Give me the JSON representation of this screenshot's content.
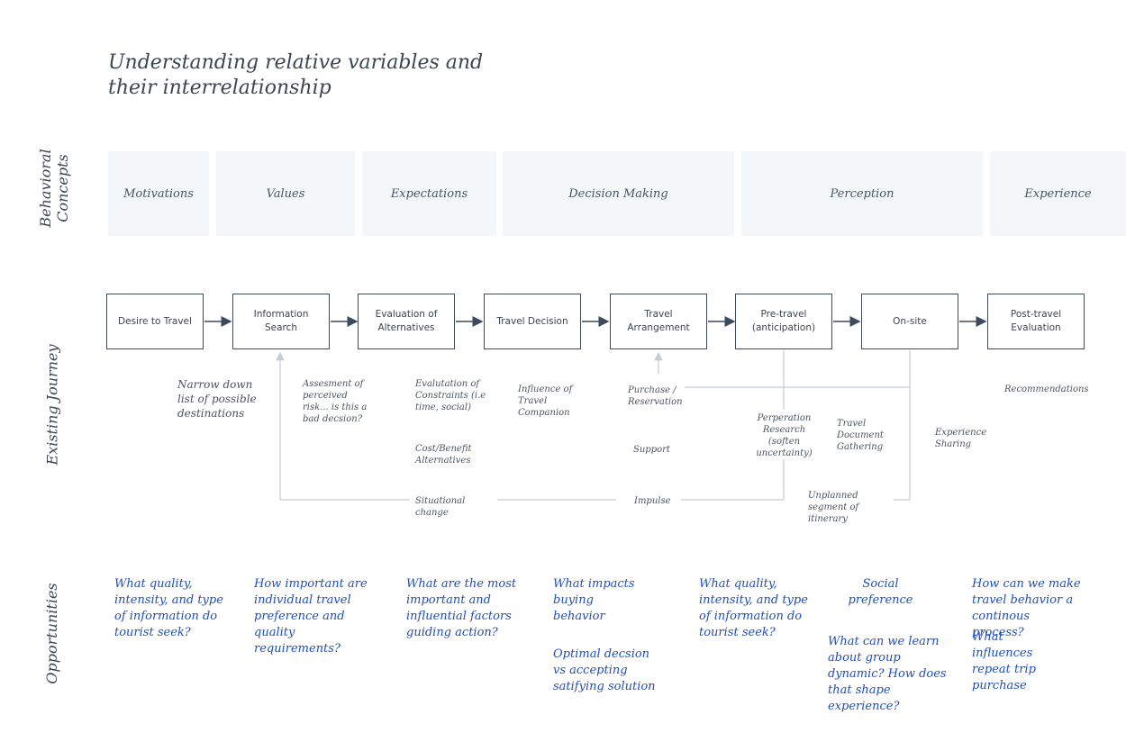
{
  "title": "Understanding relative variables and their interrelationship",
  "sections": {
    "behavioral_concepts": "Behavioral Concepts",
    "existing_journey": "Existing Journey",
    "opportunities": "Opportunities"
  },
  "concepts": [
    "Motivations",
    "Values",
    "Expectations",
    "Decision Making",
    "Perception",
    "Experience"
  ],
  "stages": [
    "Desire to Travel",
    "Information Search",
    "Evaluation of Alternatives",
    "Travel Decision",
    "Travel Arrangement",
    "Pre-travel (anticipation)",
    "On-site",
    "Post-travel Evaluation"
  ],
  "notes": {
    "narrow_down": "Narrow down list of possible destinations",
    "risk": "Assesment of perceived risk... is this a bad decsion?",
    "constraints": "Evalutation of Constraints (i.e time, social)",
    "cost_benefit": "Cost/Benefit Alternatives",
    "companion": "Influence of Travel Companion",
    "purchase": "Purchase / Reservation",
    "support": "Support",
    "preparation": "Perperation Research (soften uncertainty)",
    "documents": "Travel Document Gathering",
    "sharing": "Experience Sharing",
    "recommendations": "Recommendations",
    "situational": "Situational change",
    "impulse": "Impulse",
    "unplanned": "Unplanned segment of itinerary"
  },
  "opportunities": {
    "info_quality_1": "What quality, intensity, and type of information do tourist seek?",
    "preference": "How important are individual travel preference and quality requirements?",
    "factors": "What are the most important and influential factors guiding action?",
    "buying": "What impacts buying behavior",
    "optimal": "Optimal decsion vs accepting satifying solution",
    "info_quality_2": "What quality, intensity, and type of information do tourist seek?",
    "social": "Social preference",
    "group": "What can we learn about group dynamic? How does that shape experience?",
    "continuous": "How can we make travel behavior a continous process?",
    "repeat": "What influences repeat trip purchase"
  },
  "colors": {
    "concept_bg": "#f3f7fa",
    "box_border": "#3d4a5c",
    "connector": "#c5ccd6",
    "opportunity_text": "#1f4fb8"
  }
}
